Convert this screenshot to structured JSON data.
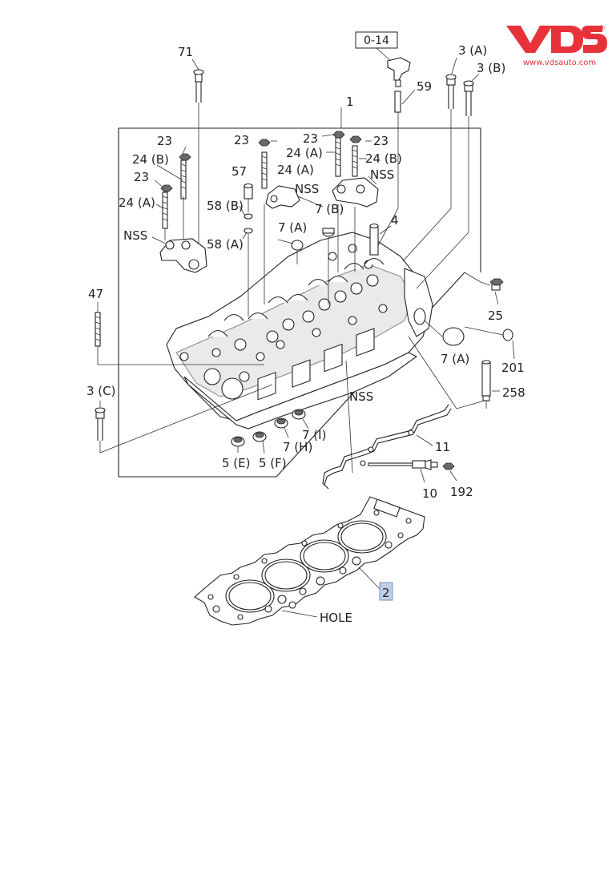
{
  "brand": {
    "logo_text": "VDS",
    "registered_mark": "®",
    "website": "www.vdsauto.com",
    "color": "#e8323a"
  },
  "diagram": {
    "ref_box": "0-14",
    "highlighted_part": "2",
    "highlight_color": "#bcd0ec",
    "callouts": [
      {
        "id": "71",
        "text": "71"
      },
      {
        "id": "59",
        "text": "59"
      },
      {
        "id": "3a",
        "text": "3 (A)"
      },
      {
        "id": "3b",
        "text": "3 (B)"
      },
      {
        "id": "1",
        "text": "1"
      },
      {
        "id": "23-left-top",
        "text": "23"
      },
      {
        "id": "24b-left",
        "text": "24 (B)"
      },
      {
        "id": "23-left-mid",
        "text": "23"
      },
      {
        "id": "24a-left",
        "text": "24 (A)"
      },
      {
        "id": "nss-left",
        "text": "NSS"
      },
      {
        "id": "23-mid",
        "text": "23"
      },
      {
        "id": "24a-mid",
        "text": "24 (A)"
      },
      {
        "id": "57",
        "text": "57"
      },
      {
        "id": "nss-mid",
        "text": "NSS"
      },
      {
        "id": "58b",
        "text": "58 (B)"
      },
      {
        "id": "58a",
        "text": "58 (A)"
      },
      {
        "id": "23-right-a",
        "text": "23"
      },
      {
        "id": "23-right-b",
        "text": "23"
      },
      {
        "id": "24a-right",
        "text": "24 (A)"
      },
      {
        "id": "24b-right",
        "text": "24 (B)"
      },
      {
        "id": "nss-right",
        "text": "NSS"
      },
      {
        "id": "7b",
        "text": "7 (B)"
      },
      {
        "id": "4",
        "text": "4"
      },
      {
        "id": "7a-top",
        "text": "7 (A)"
      },
      {
        "id": "47",
        "text": "47"
      },
      {
        "id": "25",
        "text": "25"
      },
      {
        "id": "7a-right",
        "text": "7 (A)"
      },
      {
        "id": "201",
        "text": "201"
      },
      {
        "id": "258",
        "text": "258"
      },
      {
        "id": "nss-bottom",
        "text": "NSS"
      },
      {
        "id": "3c",
        "text": "3 (C)"
      },
      {
        "id": "7i",
        "text": "7 (I)"
      },
      {
        "id": "7h",
        "text": "7 (H)"
      },
      {
        "id": "5e",
        "text": "5 (E)"
      },
      {
        "id": "5f",
        "text": "5 (F)"
      },
      {
        "id": "11",
        "text": "11"
      },
      {
        "id": "10",
        "text": "10"
      },
      {
        "id": "192",
        "text": "192"
      },
      {
        "id": "2",
        "text": "2"
      },
      {
        "id": "hole",
        "text": "HOLE"
      }
    ]
  }
}
